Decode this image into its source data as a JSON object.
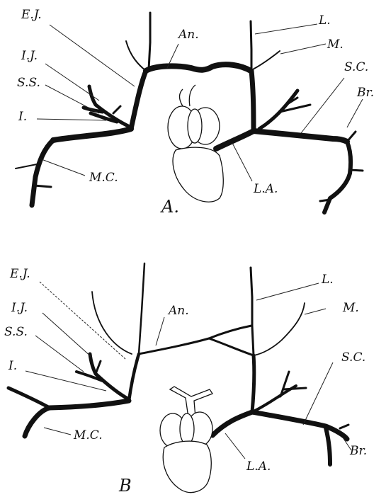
{
  "figure": {
    "panel_a": {
      "letter": "A.",
      "labels": {
        "ej": "E.J.",
        "an": "An.",
        "l": "L.",
        "m": "M.",
        "ij": "I.J.",
        "ss": "S.S.",
        "i": "I.",
        "sc": "S.C.",
        "br": "Br.",
        "mc": "M.C.",
        "la": "L.A."
      }
    },
    "panel_b": {
      "letter": "B",
      "labels": {
        "ej": "E.J.",
        "an": "An.",
        "l": "L.",
        "m": "M.",
        "ij": "I.J.",
        "ss": "S.S.",
        "i": "I.",
        "sc": "S.C.",
        "br": "Br.",
        "mc": "M.C.",
        "la": "L.A."
      }
    },
    "colors": {
      "ink": "#111111",
      "paper": "#ffffff"
    }
  }
}
